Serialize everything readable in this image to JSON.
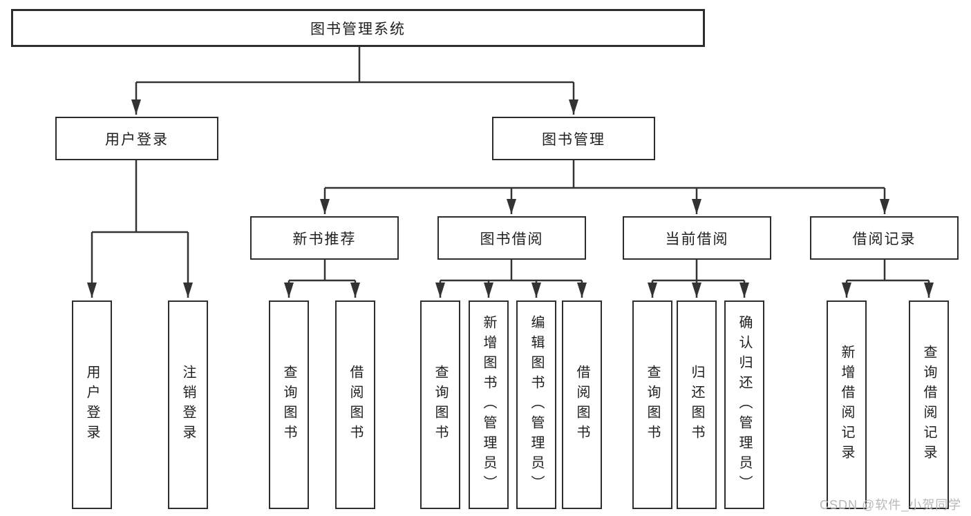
{
  "tree": {
    "root": {
      "label": "图书管理系统"
    },
    "user_login": {
      "label": "用户登录",
      "children": [
        "用户登录",
        "注销登录"
      ]
    },
    "book_mgmt": {
      "label": "图书管理",
      "sections": {
        "new_book": {
          "label": "新书推荐",
          "children": [
            "查询图书",
            "借阅图书"
          ]
        },
        "book_borrow": {
          "label": "图书借阅",
          "children": [
            "查询图书",
            "新增图书（管理员）",
            "编辑图书（管理员）",
            "借阅图书"
          ]
        },
        "current_borrow": {
          "label": "当前借阅",
          "children": [
            "查询图书",
            "归还图书",
            "确认归还（管理员）"
          ]
        },
        "borrow_record": {
          "label": "借阅记录",
          "children": [
            "新增借阅记录",
            "查询借阅记录"
          ]
        }
      }
    }
  },
  "watermark": {
    "text": "CSDN @软件_小贺同学"
  },
  "colors": {
    "line": "#333333",
    "box_border": "#2d2d2d",
    "text": "#1f1f1f",
    "watermark": "#b8b8b8",
    "background": "#ffffff"
  }
}
